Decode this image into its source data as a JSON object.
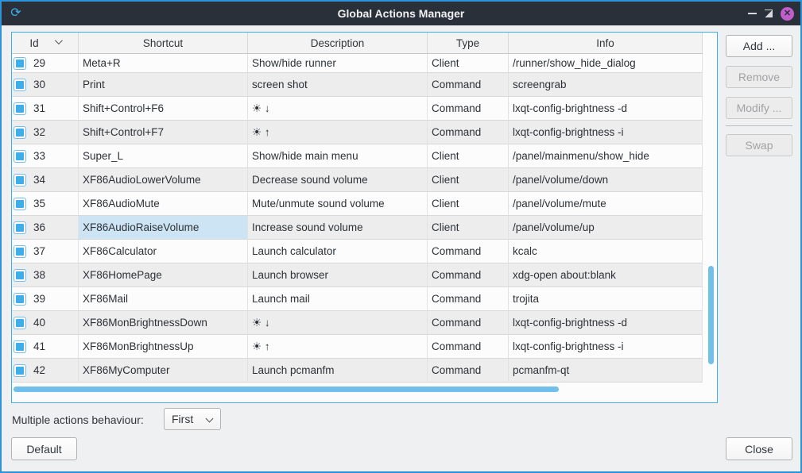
{
  "titlebar": {
    "title": "Global Actions Manager",
    "minimize_glyph": "minimize",
    "restore_glyph": "restore",
    "close_glyph": "✕"
  },
  "table": {
    "header": {
      "id": "Id",
      "shortcut": "Shortcut",
      "description": "Description",
      "type": "Type",
      "info": "Info",
      "sorted_column": "Id"
    },
    "rows": [
      {
        "id": "29",
        "checked": true,
        "shortcut": "Meta+R",
        "description": "Show/hide runner",
        "type": "Client",
        "info": "/runner/show_hide_dialog"
      },
      {
        "id": "30",
        "checked": true,
        "shortcut": "Print",
        "description": "screen shot",
        "type": "Command",
        "info": "screengrab"
      },
      {
        "id": "31",
        "checked": true,
        "shortcut": "Shift+Control+F6",
        "description": "☀ ↓",
        "type": "Command",
        "info": "lxqt-config-brightness -d"
      },
      {
        "id": "32",
        "checked": true,
        "shortcut": "Shift+Control+F7",
        "description": "☀ ↑",
        "type": "Command",
        "info": "lxqt-config-brightness -i"
      },
      {
        "id": "33",
        "checked": true,
        "shortcut": "Super_L",
        "description": "Show/hide main menu",
        "type": "Client",
        "info": "/panel/mainmenu/show_hide"
      },
      {
        "id": "34",
        "checked": true,
        "shortcut": "XF86AudioLowerVolume",
        "description": "Decrease sound volume",
        "type": "Client",
        "info": "/panel/volume/down"
      },
      {
        "id": "35",
        "checked": true,
        "shortcut": "XF86AudioMute",
        "description": "Mute/unmute sound volume",
        "type": "Client",
        "info": "/panel/volume/mute"
      },
      {
        "id": "36",
        "checked": true,
        "shortcut": "XF86AudioRaiseVolume",
        "description": "Increase sound volume",
        "type": "Client",
        "info": "/panel/volume/up",
        "selected_cell": "shortcut"
      },
      {
        "id": "37",
        "checked": true,
        "shortcut": "XF86Calculator",
        "description": "Launch calculator",
        "type": "Command",
        "info": "kcalc"
      },
      {
        "id": "38",
        "checked": true,
        "shortcut": "XF86HomePage",
        "description": "Launch browser",
        "type": "Command",
        "info": "xdg-open about:blank"
      },
      {
        "id": "39",
        "checked": true,
        "shortcut": "XF86Mail",
        "description": "Launch mail",
        "type": "Command",
        "info": "trojita"
      },
      {
        "id": "40",
        "checked": true,
        "shortcut": "XF86MonBrightnessDown",
        "description": "☀ ↓",
        "type": "Command",
        "info": "lxqt-config-brightness -d"
      },
      {
        "id": "41",
        "checked": true,
        "shortcut": "XF86MonBrightnessUp",
        "description": "☀ ↑",
        "type": "Command",
        "info": "lxqt-config-brightness -i"
      },
      {
        "id": "42",
        "checked": true,
        "shortcut": "XF86MyComputer",
        "description": "Launch pcmanfm",
        "type": "Command",
        "info": "pcmanfm-qt"
      }
    ]
  },
  "actions": {
    "add": "Add ...",
    "remove": "Remove",
    "modify": "Modify ...",
    "swap": "Swap"
  },
  "footer": {
    "behaviour_label": "Multiple actions behaviour:",
    "behaviour_value": "First",
    "default_button": "Default",
    "close_button": "Close"
  },
  "colors": {
    "accent": "#3daee9",
    "titlebar": "#2a303a",
    "window_border": "#2e92d8",
    "close_circle": "#c15ecb",
    "selection": "#cde4f4",
    "scrollbar": "#72c0ea"
  }
}
